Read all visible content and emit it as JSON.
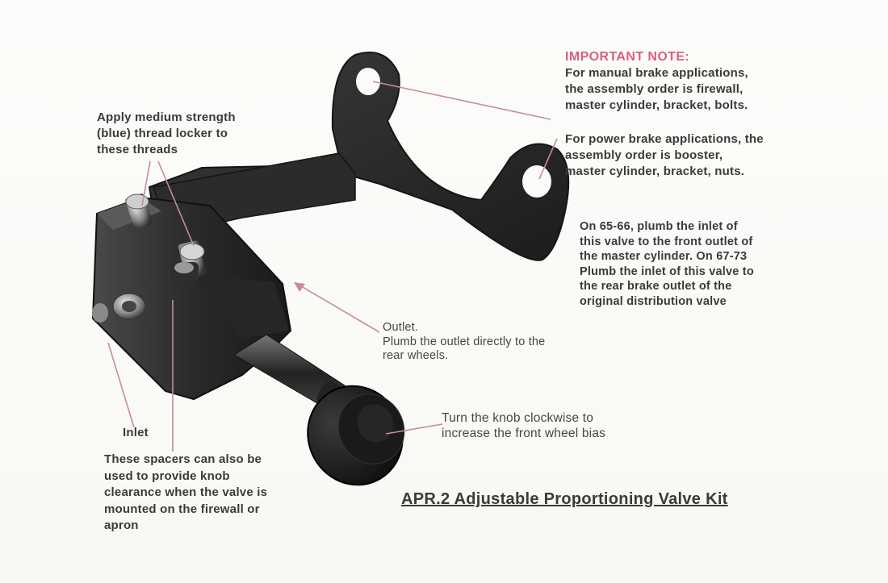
{
  "note": {
    "title": "IMPORTANT NOTE:",
    "manual": [
      "For manual brake applications,",
      "the assembly order is firewall,",
      "master cylinder, bracket, bolts."
    ],
    "power": [
      "For power brake applications, the",
      "assembly order is booster,",
      "master cylinder, bracket, nuts."
    ]
  },
  "plumbing": [
    "On 65-66, plumb the inlet of",
    "this valve to the front outlet of",
    "the master cylinder. On 67-73",
    "Plumb the inlet of this valve to",
    "the rear brake outlet of the",
    "original distribution valve"
  ],
  "threadlocker": [
    "Apply medium strength",
    "(blue) thread locker to",
    "these threads"
  ],
  "outlet": [
    "Outlet.",
    "Plumb the outlet directly to the",
    "rear wheels."
  ],
  "inlet": "Inlet",
  "knob": [
    "Turn the knob clockwise to",
    "increase the front wheel bias"
  ],
  "spacers": [
    "These spacers can also be",
    "used to provide knob",
    "clearance when the valve is",
    "mounted on the firewall or",
    "apron"
  ],
  "kit_title": "APR.2 Adjustable Proportioning Valve Kit",
  "colors": {
    "accent": "#d9607d",
    "leader": "#c98aa0",
    "metal": "#3a3a3a"
  }
}
